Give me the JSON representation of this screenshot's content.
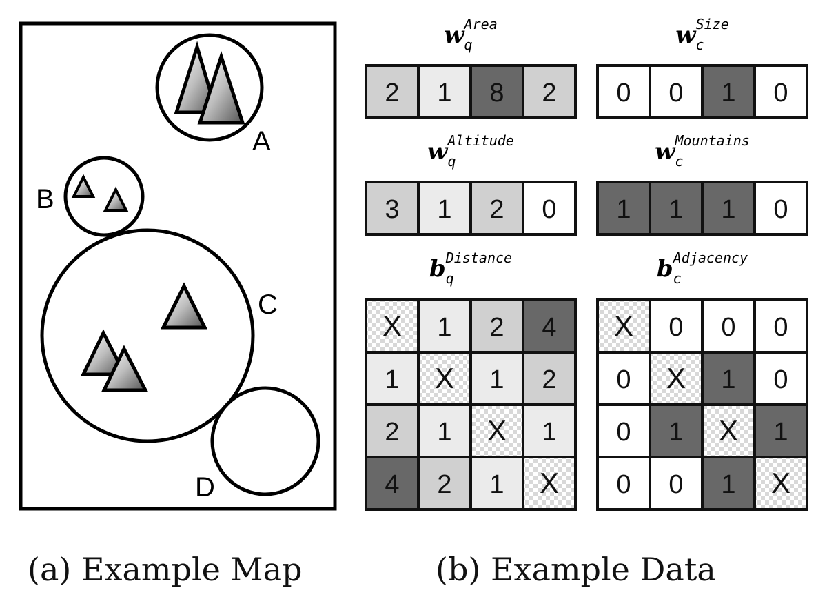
{
  "map": {
    "caption": "(a) Example Map",
    "regions": [
      {
        "id": "A",
        "label": "A",
        "peaks": 2
      },
      {
        "id": "B",
        "label": "B",
        "peaks": 2
      },
      {
        "id": "C",
        "label": "C",
        "peaks": 3
      },
      {
        "id": "D",
        "label": "D",
        "peaks": 0
      }
    ]
  },
  "data": {
    "caption": "(b) Example Data",
    "colors": {
      "light": "#ebebeb",
      "mid": "#d0d0d0",
      "dark": "#686868",
      "white": "#ffffff",
      "checker": "#d8d8d8"
    },
    "vectors": [
      {
        "id": "area",
        "symbol": "w",
        "sub": "q",
        "sup": "Area",
        "values": [
          "2",
          "1",
          "8",
          "2"
        ],
        "shades": [
          "mid",
          "light",
          "dark",
          "mid"
        ]
      },
      {
        "id": "size",
        "symbol": "w",
        "sub": "c",
        "sup": "Size",
        "values": [
          "0",
          "0",
          "1",
          "0"
        ],
        "shades": [
          "white",
          "white",
          "dark",
          "white"
        ]
      },
      {
        "id": "altitude",
        "symbol": "w",
        "sub": "q",
        "sup": "Altitude",
        "values": [
          "3",
          "1",
          "2",
          "0"
        ],
        "shades": [
          "mid",
          "light",
          "mid",
          "white"
        ]
      },
      {
        "id": "mountains",
        "symbol": "w",
        "sub": "c",
        "sup": "Mountains",
        "values": [
          "1",
          "1",
          "1",
          "0"
        ],
        "shades": [
          "dark",
          "dark",
          "dark",
          "white"
        ]
      }
    ],
    "matrices": [
      {
        "id": "distance",
        "symbol": "b",
        "sub": "q",
        "sup": "Distance",
        "values": [
          [
            "X",
            "1",
            "2",
            "4"
          ],
          [
            "1",
            "X",
            "1",
            "2"
          ],
          [
            "2",
            "1",
            "X",
            "1"
          ],
          [
            "4",
            "2",
            "1",
            "X"
          ]
        ],
        "shades": [
          [
            "checker",
            "light",
            "mid",
            "dark"
          ],
          [
            "light",
            "checker",
            "light",
            "mid"
          ],
          [
            "mid",
            "light",
            "checker",
            "light"
          ],
          [
            "dark",
            "mid",
            "light",
            "checker"
          ]
        ]
      },
      {
        "id": "adjacency",
        "symbol": "b",
        "sub": "c",
        "sup": "Adjacency",
        "values": [
          [
            "X",
            "0",
            "0",
            "0"
          ],
          [
            "0",
            "X",
            "1",
            "0"
          ],
          [
            "0",
            "1",
            "X",
            "1"
          ],
          [
            "0",
            "0",
            "1",
            "X"
          ]
        ],
        "shades": [
          [
            "checker",
            "white",
            "white",
            "white"
          ],
          [
            "white",
            "checker",
            "dark",
            "white"
          ],
          [
            "white",
            "dark",
            "checker",
            "dark"
          ],
          [
            "white",
            "white",
            "dark",
            "checker"
          ]
        ]
      }
    ]
  }
}
